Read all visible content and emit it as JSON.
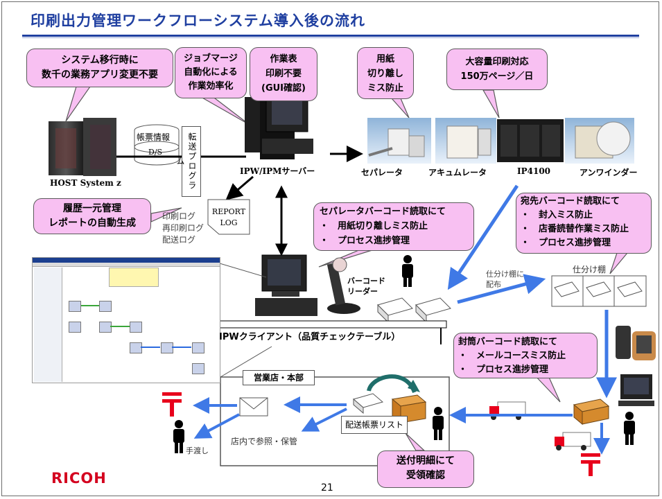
{
  "slide": {
    "title": "印刷出力管理ワークフローシステム導入後の流れ",
    "page_number": "21",
    "brand": "RICOH"
  },
  "callouts": {
    "migration": "システム移行時に\n数千の業務アプリ変更不要",
    "job_merge": "ジョブマージ\n自動化による\n作業効率化",
    "work_sheet": "作業表\n印刷不要\n(GUI確認)",
    "paper_cut": "用紙\n切り離し\nミス防止",
    "high_volume": "大容量印刷対応\n150万ページ／日",
    "history": "履歴一元管理\nレポートの自動生成",
    "separator_barcode": "セパレータバーコード読取にて\n・　用紙切り離しミス防止\n・　プロセス進捗管理",
    "address_barcode": "宛先バーコード読取にて\n・　封入ミス防止\n・　店番読替作業ミス防止\n・　プロセス進捗管理",
    "envelope_barcode": "封筒バーコード読取にて\n・　メールコースミス防止\n・　プロセス進捗管理",
    "receipt": "送付明細にて\n受領確認"
  },
  "labels": {
    "host": "HOST System z",
    "form_info": "帳票情報",
    "ds": "D/S",
    "transfer_program": "転送プログラム",
    "server": "IPW/IPMサーバー",
    "separator": "セパレータ",
    "accumulator": "アキュムレータ",
    "ip4100": "IP4100",
    "unwinder": "アンワインダー",
    "print_log": "印刷ログ",
    "reprint_log": "再印刷ログ",
    "delivery_log": "配送ログ",
    "report_log": "REPORT\nLOG",
    "barcode_reader": "バーコード\nリーダー",
    "sort_to": "仕分け棚に\n配布",
    "sort_shelf": "仕分け棚",
    "client": "IPWクライアント（品質チェックテーブル）",
    "branch": "営業店・本部",
    "delivery_list": "配送帳票リスト",
    "in_store": "店内で参照・保管",
    "handover": "手渡し"
  },
  "icons": {
    "post": "japan-post-mark-icon",
    "person": "person-icon",
    "truck": "delivery-truck-icon",
    "envelope": "envelope-icon",
    "box": "parcel-box-icon"
  },
  "colors": {
    "title": "#1f3fa0",
    "callout": "#f8c0f2",
    "arrow_blue": "#3f79e6",
    "post_red": "#e8001c",
    "brand_red": "#d4001e"
  }
}
